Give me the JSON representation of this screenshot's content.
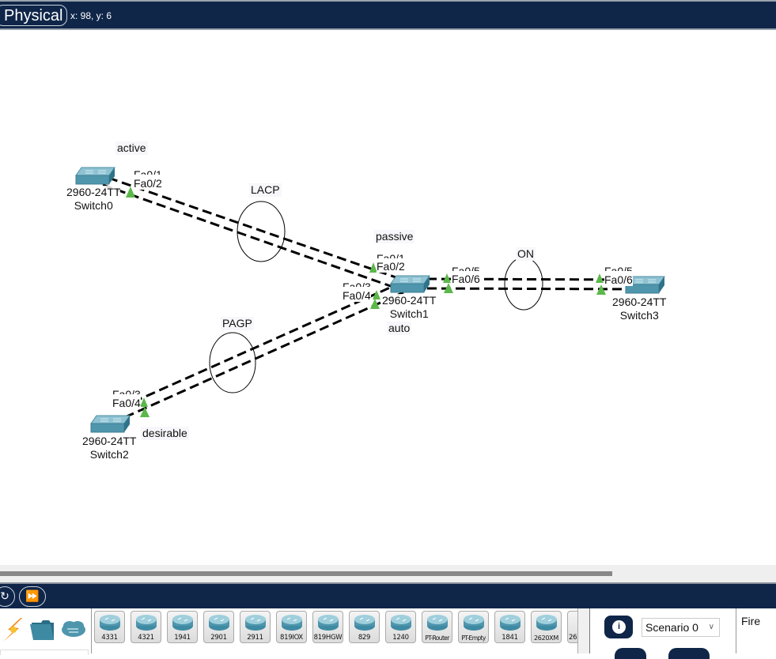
{
  "topbar": {
    "mode_label": "Physical",
    "coords": "x: 98, y: 6"
  },
  "colors": {
    "bar": "#0f2649",
    "port_indicator": "#5cb84a",
    "switch_body": "#5a9db4"
  },
  "devices": [
    {
      "id": "switch0",
      "model": "2960-24TT",
      "name": "Switch0"
    },
    {
      "id": "switch1",
      "model": "2960-24TT",
      "name": "Switch1"
    },
    {
      "id": "switch2",
      "model": "2960-24TT",
      "name": "Switch2"
    },
    {
      "id": "switch3",
      "model": "2960-24TT",
      "name": "Switch3"
    }
  ],
  "ports": {
    "sw0_a": "Fa0/1",
    "sw0_b": "Fa0/2",
    "sw1_a": "Fa0/1",
    "sw1_b": "Fa0/2",
    "sw1_c": "Fa0/3",
    "sw1_d": "Fa0/4",
    "sw1_e": "Fa0/5",
    "sw1_f": "Fa0/6",
    "sw2_a": "Fa0/3",
    "sw2_b": "Fa0/4",
    "sw3_a": "Fa0/5",
    "sw3_b": "Fa0/6"
  },
  "notes": {
    "active": "active",
    "passive": "passive",
    "auto": "auto",
    "desirable": "desirable",
    "lacp": "LACP",
    "pagp": "PAGP",
    "on": "ON"
  },
  "controls": {
    "reset_icon": "reset-icon",
    "fast_forward_icon": "fast-forward-icon"
  },
  "categories": [
    {
      "icon": "connections-lightning-icon"
    },
    {
      "icon": "folder-icon"
    },
    {
      "icon": "cloud-icon"
    }
  ],
  "device_list": [
    "4331",
    "4321",
    "1941",
    "2901",
    "2911",
    "819IOX",
    "819HGW",
    "829",
    "1240",
    "PT-Router",
    "PT-Empty",
    "1841",
    "2620XM",
    "26"
  ],
  "simulation": {
    "scenario": "Scenario 0",
    "fire_label": "Fire"
  }
}
